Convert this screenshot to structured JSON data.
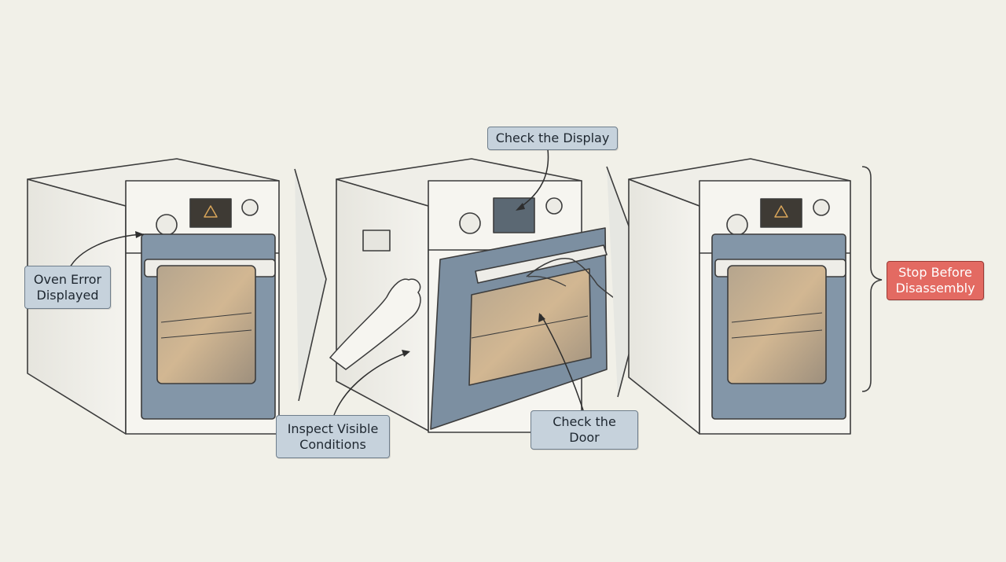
{
  "labels": {
    "oven_error": {
      "line1": "Oven Error",
      "line2": "Displayed"
    },
    "check_display": {
      "text": "Check the Display"
    },
    "inspect_visible": {
      "line1": "Inspect Visible",
      "line2": "Conditions"
    },
    "check_door": {
      "line1": "Check the",
      "line2": "Door"
    },
    "stop": {
      "line1": "Stop Before",
      "line2": "Disassembly"
    }
  },
  "icons": [
    "warning-icon"
  ],
  "colors": {
    "background": "#f1f0e8",
    "label_fill": "#c6d2dc",
    "label_border": "#6f7e8c",
    "alert_fill": "#e36a62",
    "door_blue": "#8396a8",
    "window_warm": "#c8b395",
    "stroke": "#3c3c3c"
  }
}
